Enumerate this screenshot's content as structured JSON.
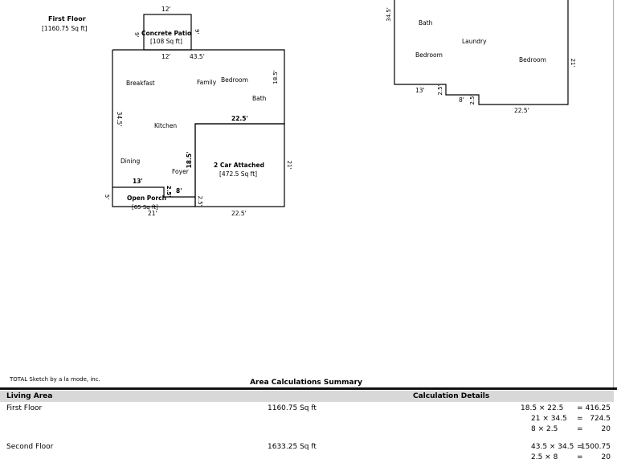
{
  "first_floor": {
    "title": "First Floor",
    "area": "[1160.75 Sq ft]",
    "patio": {
      "name": "Concrete Patio",
      "area": "[108 Sq ft]",
      "top": "12'",
      "bottom": "12'",
      "left": "9'",
      "right": "9'"
    },
    "rooms": [
      "Breakfast",
      "Family",
      "Bedroom",
      "Bath",
      "Kitchen",
      "Dining",
      "Foyer"
    ],
    "dims": {
      "top_right": "43.5'",
      "bath_right": "18.5'",
      "left": "34.5'",
      "garage_top": "22.5'",
      "foyer_right": "18.5'",
      "porch_top": "13'",
      "small_v": "2.5'",
      "small_h": "8'",
      "small_v2": "2.5'",
      "left_porch": "5'",
      "bottom_left": "21'",
      "garage_bottom": "22.5'",
      "garage_right": "21'"
    },
    "garage": {
      "name": "2 Car Attached",
      "area": "[472.5 Sq ft]"
    },
    "porch": {
      "name": "Open Porch",
      "area": "[65 Sq ft]"
    }
  },
  "second_floor": {
    "rooms": [
      "Bath",
      "Laundry",
      "Bedroom",
      "Bedroom"
    ],
    "dims": {
      "left": "34.5'",
      "right": "21'",
      "bottom_left": "13'",
      "v1": "2.5'",
      "h1": "8'",
      "v2": "2.5'",
      "bottom": "22.5'"
    }
  },
  "credit": "TOTAL Sketch by a la mode, inc.",
  "summary": {
    "title": "Area Calculations Summary",
    "col_living": "Living Area",
    "col_calc": "Calculation Details",
    "rows": [
      {
        "label": "First Floor",
        "area": "1160.75 Sq ft",
        "calcs": [
          {
            "expr": "18.5 × 22.5",
            "eq": "=",
            "val": "416.25"
          },
          {
            "expr": "21 × 34.5",
            "eq": "=",
            "val": "724.5"
          },
          {
            "expr": "8 × 2.5",
            "eq": "=",
            "val": "20"
          }
        ]
      },
      {
        "label": "Second Floor",
        "area": "1633.25 Sq ft",
        "calcs": [
          {
            "expr": "43.5 × 34.5",
            "eq": "=",
            "val": "1500.75"
          },
          {
            "expr": "2.5 × 8",
            "eq": "=",
            "val": "20"
          }
        ]
      }
    ]
  }
}
